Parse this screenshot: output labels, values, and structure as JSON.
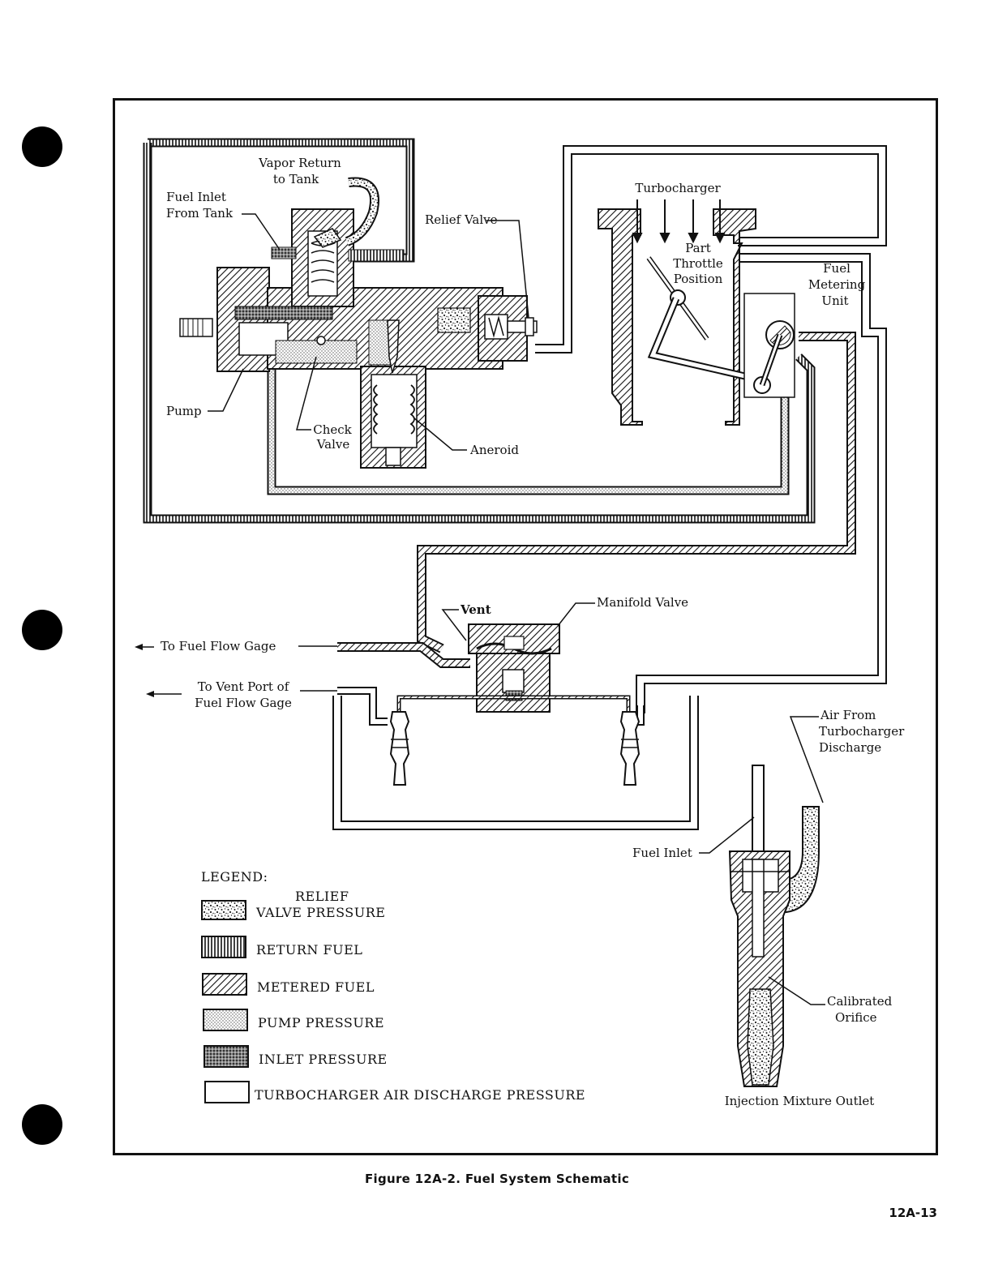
{
  "labels": {
    "vapor_return_1": "Vapor Return",
    "vapor_return_2": "to Tank",
    "fuel_inlet_from_tank_1": "Fuel Inlet",
    "fuel_inlet_from_tank_2": "From Tank",
    "relief_valve": "Relief Valve",
    "turbocharger": "Turbocharger",
    "part_throttle_1": "Part",
    "part_throttle_2": "Throttle",
    "part_throttle_3": "Position",
    "fuel_metering_1": "Fuel",
    "fuel_metering_2": "Metering",
    "fuel_metering_3": "Unit",
    "pump": "Pump",
    "check_valve_1": "Check",
    "check_valve_2": "Valve",
    "aneroid": "Aneroid",
    "vent": "Vent",
    "manifold_valve": "Manifold Valve",
    "to_fuel_flow_gage": "To Fuel Flow Gage",
    "to_vent_port_1": "To Vent Port of",
    "to_vent_port_2": "Fuel Flow Gage",
    "air_from_turbo_1": "Air From",
    "air_from_turbo_2": "Turbocharger",
    "air_from_turbo_3": "Discharge",
    "fuel_inlet": "Fuel Inlet",
    "calibrated_orifice_1": "Calibrated",
    "calibrated_orifice_2": "Orifice",
    "injection_mixture_outlet": "Injection Mixture Outlet"
  },
  "legend": {
    "title": "LEGEND:",
    "relief_1": "RELIEF",
    "relief_2": "VALVE PRESSURE",
    "return_fuel": "RETURN FUEL",
    "metered_fuel": "METERED FUEL",
    "pump_pressure": "PUMP PRESSURE",
    "inlet_pressure": "INLET PRESSURE",
    "turbo_air": "TURBOCHARGER AIR DISCHARGE PRESSURE"
  },
  "caption": "Figure 12A-2.  Fuel System Schematic",
  "page_number": "12A-13"
}
